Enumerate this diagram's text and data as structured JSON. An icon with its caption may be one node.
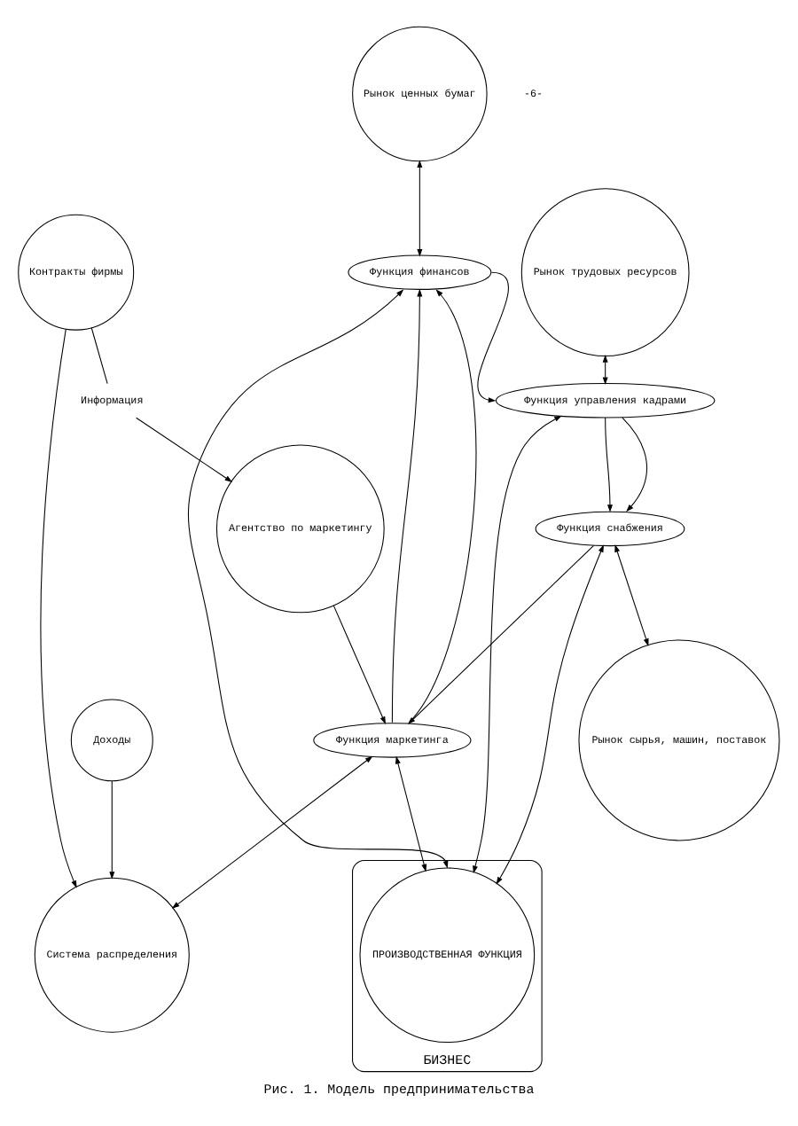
{
  "diagram": {
    "caption": "Рис. 1. Модель предпринимательства",
    "nodes": [
      {
        "text": [
          "БИЗНЕС"
        ]
      },
      {
        "text": [
          "ПРОИЗВОДСТВЕННАЯ ФУНКЦИЯ"
        ],
        "in": 0
      },
      {
        "text": [
          "Рынок ценных бумаг"
        ]
      },
      {
        "text": [
          "Доходы"
        ]
      },
      {
        "text": [
          "Рынок трудовых ресурсов"
        ]
      },
      {
        "text": [
          "Система распределения"
        ]
      },
      {
        "text": [
          "Контракты фирмы"
        ]
      },
      {
        "text": [
          "Агентство по маркетингу"
        ]
      },
      {
        "text": [
          "Информация"
        ]
      },
      {
        "text": [
          "Рынок сырья, машин, поставок"
        ]
      },
      {
        "text": [
          "Функция финансов"
        ]
      },
      {
        "text": [
          "Функция управления кадрами"
        ]
      },
      {
        "text": [
          "Функция маркетинга"
        ]
      },
      {
        "text": [
          "Функция снабжения"
        ]
      }
    ],
    "edges": [
      {
        "from": 2,
        "to": 10,
        "arrow": "both"
      },
      {
        "from": 10,
        "to": 1,
        "arrow": "both"
      },
      {
        "from": 4,
        "to": 11,
        "arrow": "both"
      },
      {
        "from": 11,
        "to": 1,
        "arrow": "both"
      },
      {
        "from": 12,
        "to": 1,
        "arrow": "both"
      },
      {
        "from": 13,
        "to": 1,
        "arrow": "both"
      },
      {
        "from": 13,
        "to": 9,
        "arrow": "both"
      },
      {
        "from": 12,
        "to": 5,
        "arrow": "both"
      },
      {
        "from": 7,
        "to": 12,
        "arrow": "to"
      },
      {
        "from": 3,
        "to": 5,
        "arrow": "to"
      },
      {
        "from": 6,
        "to": 5,
        "arrow": "to"
      },
      {
        "from": 6,
        "to": 8,
        "arrow": "none"
      },
      {
        "from": 8,
        "to": 7,
        "arrow": "to"
      },
      {
        "from": 10,
        "to": 11,
        "arrow": "to"
      },
      {
        "from": 11,
        "to": 13,
        "arrow": "to"
      },
      {
        "from": 11,
        "to": 13,
        "arrow": "to"
      },
      {
        "from": 13,
        "to": 12,
        "arrow": "to"
      },
      {
        "from": 12,
        "to": 10,
        "arrow": "to"
      },
      {
        "from": 12,
        "to": 10,
        "arrow": "to"
      }
    ],
    "labels": [
      "-6-"
    ]
  }
}
